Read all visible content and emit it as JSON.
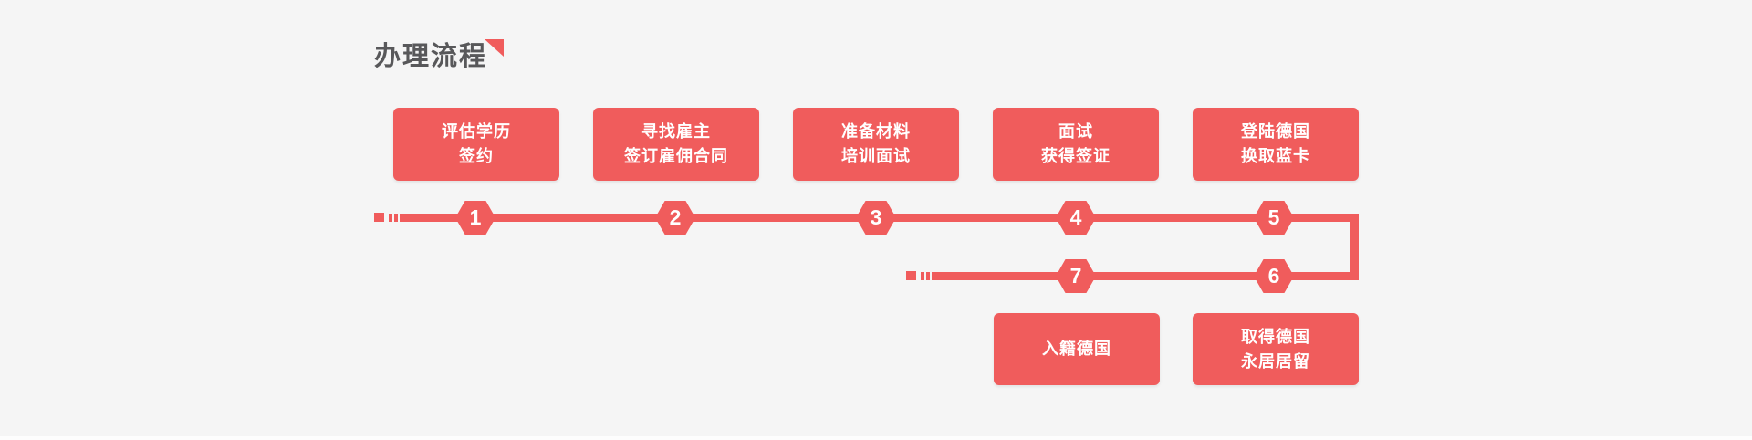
{
  "colors": {
    "accent": "#f05c5c",
    "background": "#f5f5f5",
    "title_text": "#58585a",
    "box_text": "#ffffff"
  },
  "header": {
    "title": "办理流程"
  },
  "flow": {
    "top_steps": [
      {
        "number": "1",
        "label_line1": "评估学历",
        "label_line2": "签约"
      },
      {
        "number": "2",
        "label_line1": "寻找雇主",
        "label_line2": "签订雇佣合同"
      },
      {
        "number": "3",
        "label_line1": "准备材料",
        "label_line2": "培训面试"
      },
      {
        "number": "4",
        "label_line1": "面试",
        "label_line2": "获得签证"
      },
      {
        "number": "5",
        "label_line1": "登陆德国",
        "label_line2": "换取蓝卡"
      }
    ],
    "bottom_steps": [
      {
        "number": "7",
        "label_line1": "入籍德国",
        "label_line2": ""
      },
      {
        "number": "6",
        "label_line1": "取得德国",
        "label_line2": "永居居留"
      }
    ]
  }
}
